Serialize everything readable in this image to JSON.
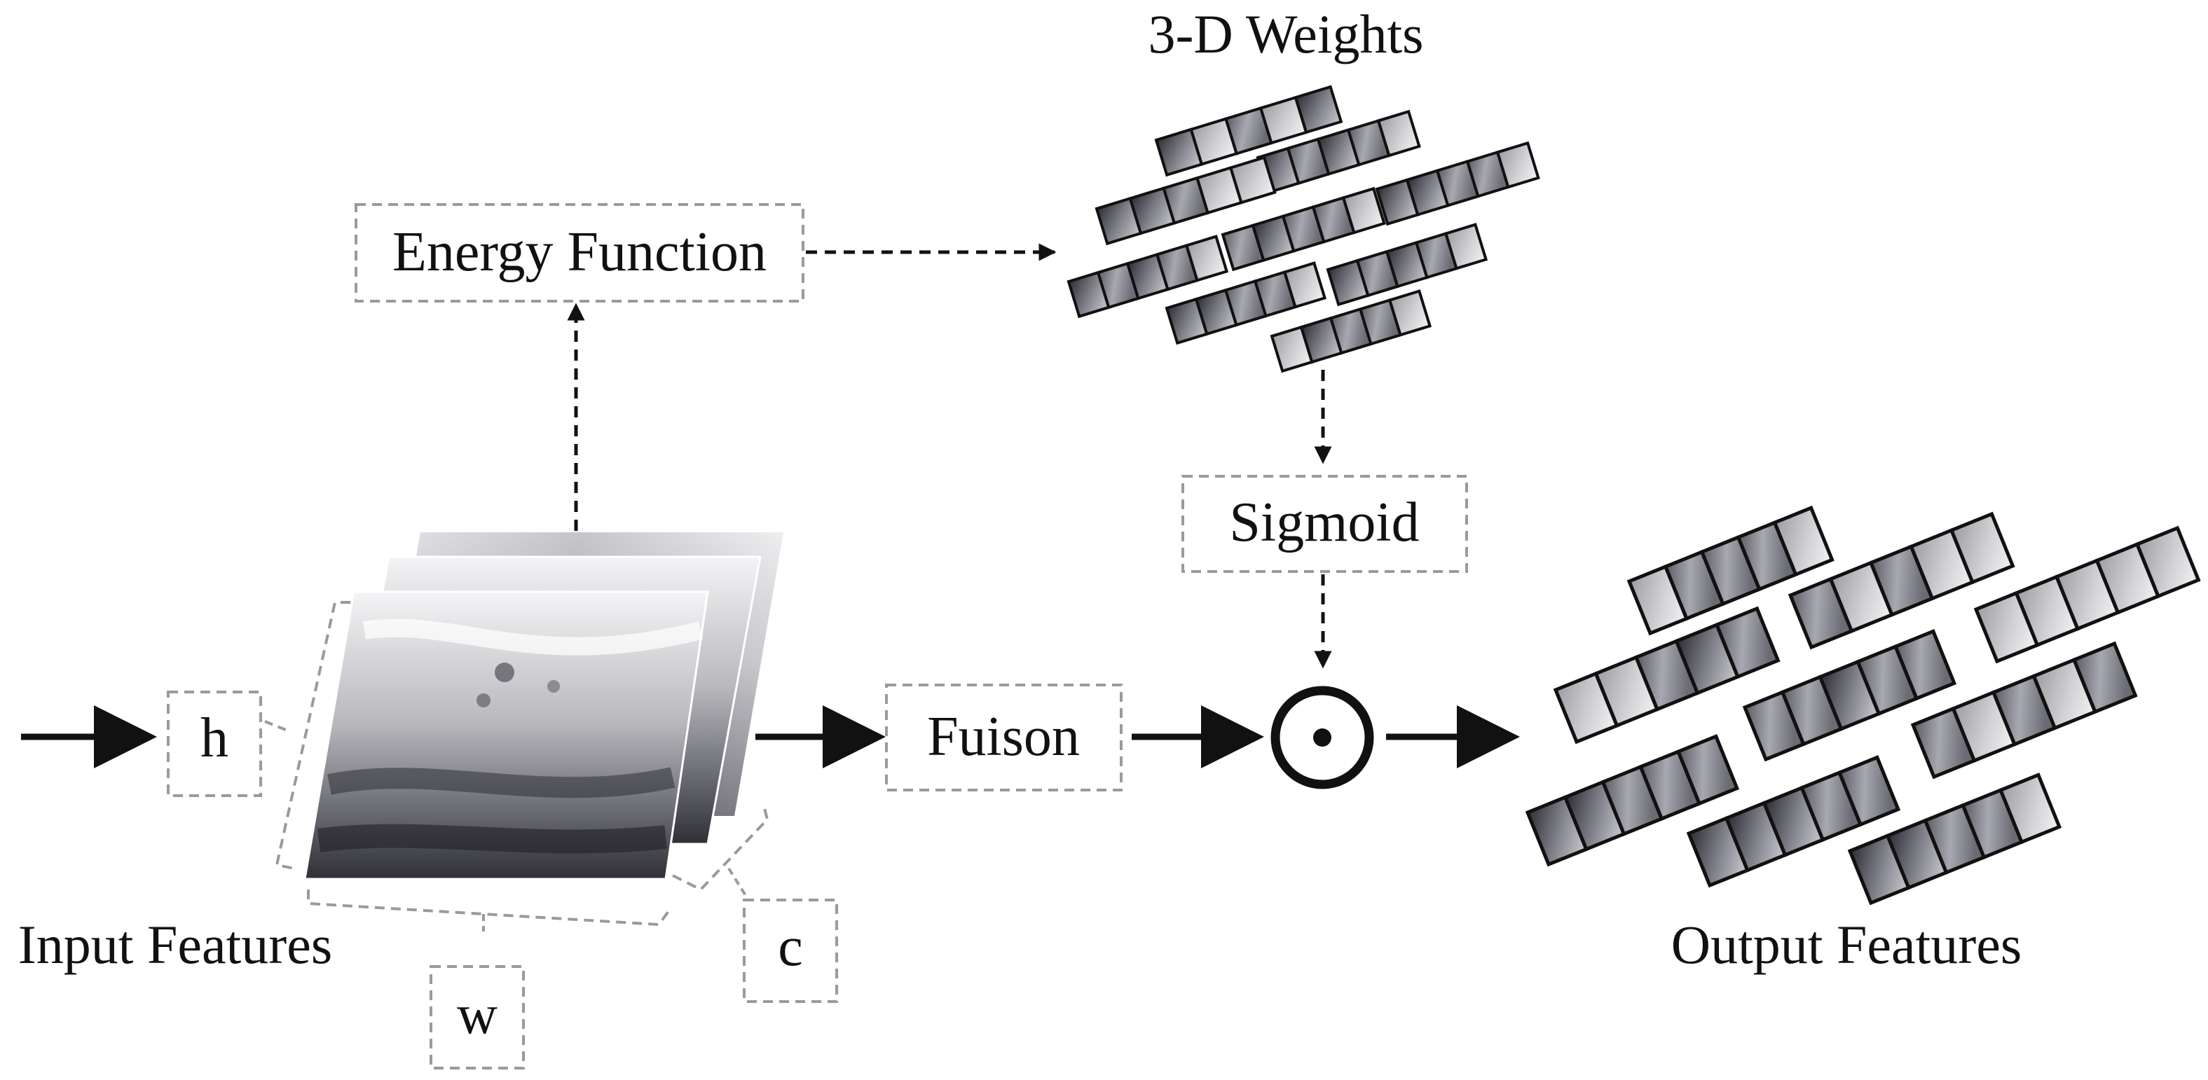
{
  "labels": {
    "weights_title": "3-D Weights",
    "energy_function": "Energy Function",
    "sigmoid": "Sigmoid",
    "fusion": "Fuison",
    "h": "h",
    "w": "w",
    "c": "c",
    "input_features": "Input Features",
    "output_features": "Output Features",
    "multiply_operator": "element-wise product"
  },
  "colors": {
    "ink": "#111111",
    "dashed_box": "#9a9a9a",
    "image_light": "#e8e8ea",
    "image_dark": "#3a3a40"
  }
}
